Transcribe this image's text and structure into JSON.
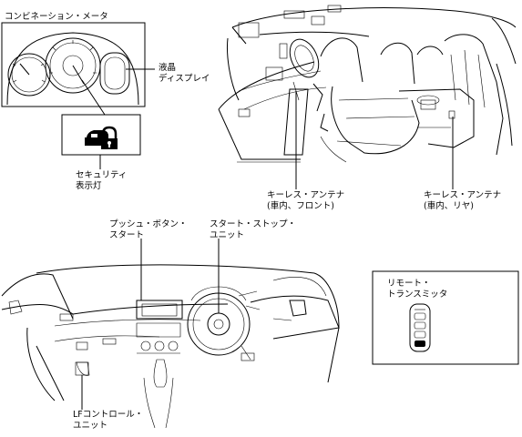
{
  "labels": {
    "combination_meter": "コンビネーション・メータ",
    "lcd_line1": "液晶",
    "lcd_line2": "ディスプレイ",
    "security_line1": "セキュリティ",
    "security_line2": "表示灯",
    "antenna_front_line1": "キーレス・アンテナ",
    "antenna_front_line2": "(車内、フロント)",
    "antenna_rear_line1": "キーレス・アンテナ",
    "antenna_rear_line2": "(車内、リヤ)",
    "push_button_line1": "プッシュ・ボタン・",
    "push_button_line2": "スタート",
    "start_stop_line1": "スタート・ストップ・",
    "start_stop_line2": "ユニット",
    "remote_line1": "リモート・",
    "remote_line2": "トランスミッタ",
    "lf_line1": "LFコントロール・",
    "lf_line2": "ユニット"
  },
  "icons": {
    "security": "car-lock-icon"
  }
}
